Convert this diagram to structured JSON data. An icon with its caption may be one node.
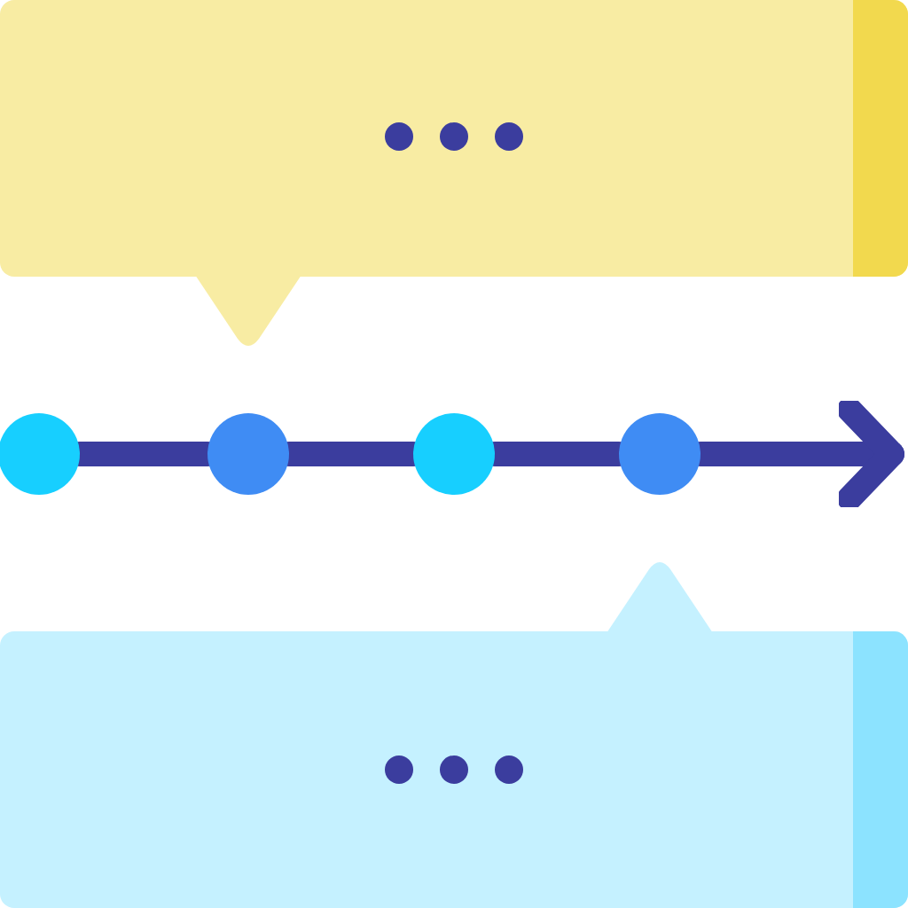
{
  "diagram": {
    "nodes": [
      {
        "text": [],
        "shape": "bubble"
      },
      {
        "text": [],
        "shape": "circle"
      },
      {
        "text": [],
        "shape": "circle"
      },
      {
        "text": [],
        "shape": "circle"
      },
      {
        "text": [],
        "shape": "circle"
      },
      {
        "text": [],
        "shape": "bubble"
      }
    ],
    "edges": [
      {
        "from": 1,
        "to": 2,
        "arrow": "none"
      },
      {
        "from": 2,
        "to": 3,
        "arrow": "none"
      },
      {
        "from": 3,
        "to": 4,
        "arrow": "none"
      },
      {
        "from": 4,
        "to": null,
        "arrow": "to"
      }
    ]
  }
}
